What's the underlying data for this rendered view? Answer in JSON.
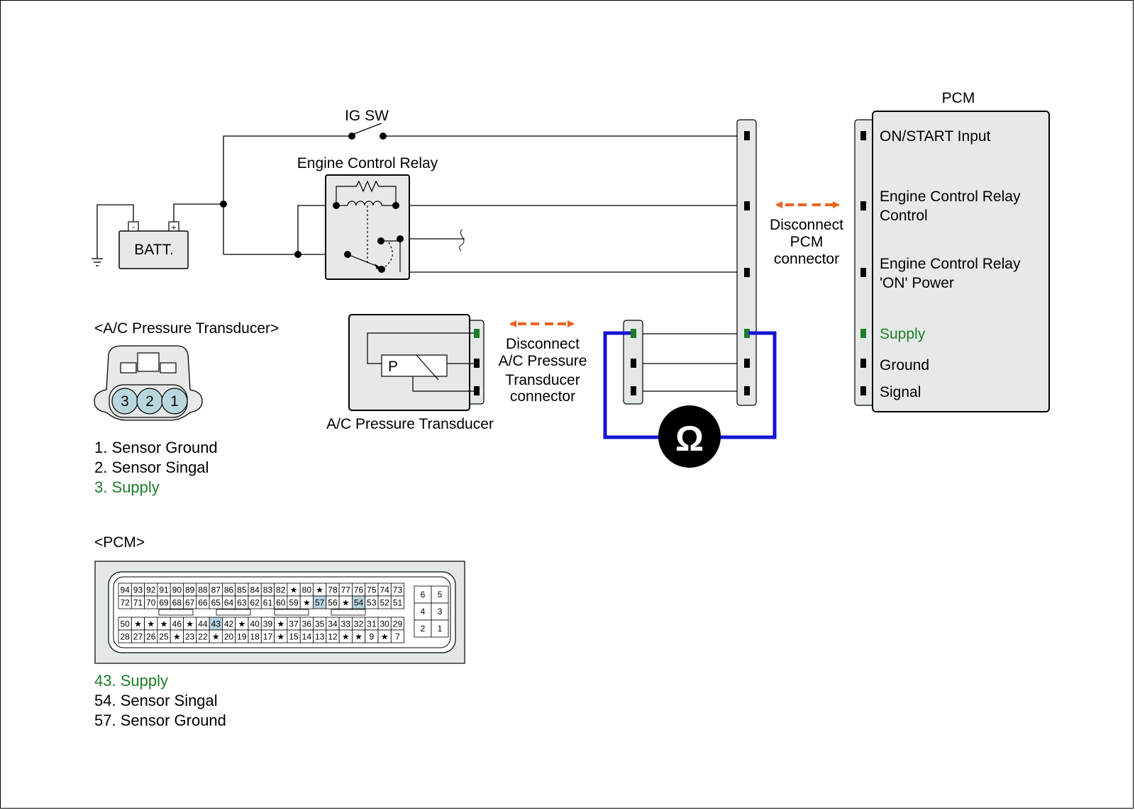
{
  "labels": {
    "ig_sw": "IG SW",
    "engine_control_relay": "Engine Control Relay",
    "batt": "BATT.",
    "batt_minus": "-",
    "batt_plus": "+",
    "pcm_title": "PCM",
    "ac_pt_header": "<A/C Pressure Transducer>",
    "ac_pt_body": "A/C Pressure Transducer",
    "p_symbol": "P",
    "pcm_header": "<PCM>",
    "ohm_symbol": "Ω"
  },
  "disconnect_pcm": [
    "Disconnect",
    "PCM",
    "connector"
  ],
  "disconnect_ac": [
    "Disconnect",
    "A/C Pressure",
    "Transducer",
    "connector"
  ],
  "pcm_pins": [
    {
      "lines": [
        "ON/START Input"
      ],
      "highlight": false
    },
    {
      "lines": [
        "Engine Control Relay",
        "Control"
      ],
      "highlight": false
    },
    {
      "lines": [
        "Engine Control Relay",
        "'ON' Power"
      ],
      "highlight": false
    },
    {
      "lines": [
        "Supply"
      ],
      "highlight": true
    },
    {
      "lines": [
        "Ground"
      ],
      "highlight": false
    },
    {
      "lines": [
        "Signal"
      ],
      "highlight": false
    }
  ],
  "sensor_connector_pins": [
    "3",
    "2",
    "1"
  ],
  "sensor_pin_list": [
    {
      "text": "1. Sensor Ground",
      "highlight": false
    },
    {
      "text": "2. Sensor Singal",
      "highlight": false
    },
    {
      "text": "3. Supply",
      "highlight": true
    }
  ],
  "pcm_connector_rows": [
    [
      "94",
      "93",
      "92",
      "91",
      "90",
      "89",
      "88",
      "87",
      "86",
      "85",
      "84",
      "83",
      "82",
      "★",
      "80",
      "★",
      "78",
      "77",
      "76",
      "75",
      "74",
      "73"
    ],
    [
      "72",
      "71",
      "70",
      "69",
      "68",
      "67",
      "66",
      "65",
      "64",
      "63",
      "62",
      "61",
      "60",
      "59",
      "★",
      "57",
      "56",
      "★",
      "54",
      "53",
      "52",
      "51"
    ],
    [
      "50",
      "★",
      "★",
      "★",
      "46",
      "★",
      "44",
      "43",
      "42",
      "★",
      "40",
      "39",
      "★",
      "37",
      "36",
      "35",
      "34",
      "33",
      "32",
      "31",
      "30",
      "29"
    ],
    [
      "28",
      "27",
      "26",
      "25",
      "★",
      "23",
      "22",
      "★",
      "20",
      "19",
      "18",
      "17",
      "★",
      "15",
      "14",
      "13",
      "12",
      "★",
      "★",
      "9",
      "★",
      "7"
    ]
  ],
  "pcm_connector_small": [
    [
      "6",
      "5"
    ],
    [
      "4",
      "3"
    ],
    [
      "2",
      "1"
    ]
  ],
  "pcm_connector_highlight": [
    "43",
    "54",
    "57"
  ],
  "pcm_pin_list": [
    {
      "text": "43. Supply",
      "highlight": true
    },
    {
      "text": "54. Sensor Singal",
      "highlight": false
    },
    {
      "text": "57. Sensor Ground",
      "highlight": false
    }
  ],
  "colors": {
    "supply_green": "#1e7d2a",
    "arrow_orange": "#e8641e",
    "meter_lead_blue": "#1414d2",
    "highlight_cell": "#b5d3df",
    "connector_fill": "#e3e8e7",
    "sensor_pin_fill": "#b8d6de"
  }
}
